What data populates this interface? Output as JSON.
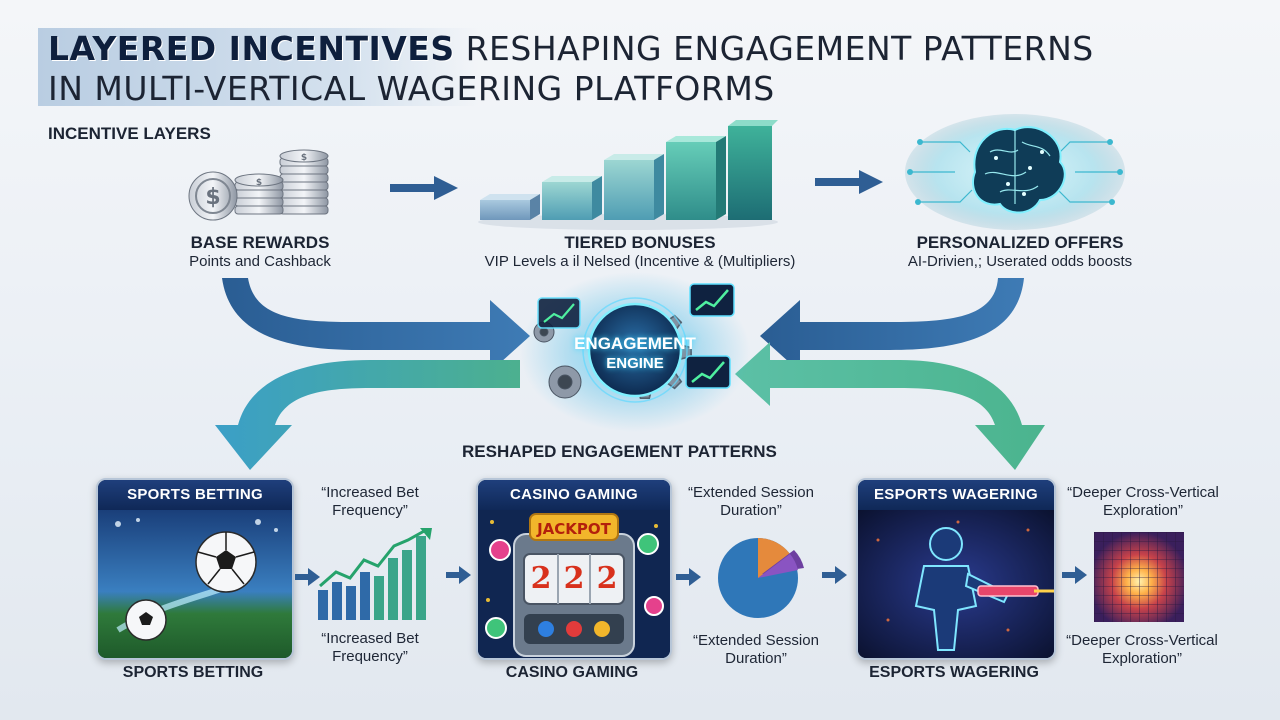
{
  "title": {
    "line1_highlight": "LAYERED INCENTIVES",
    "line1_rest": " RESHAPING ENGAGEMENT PATTERNS",
    "line2": "IN MULTI-VERTICAL WAGERING PLATFORMS"
  },
  "incentive_layers": {
    "heading": "INCENTIVE LAYERS",
    "layers": [
      {
        "title": "BASE REWARDS",
        "subtitle": "Points and Cashback",
        "icon": "coin-stack-icon"
      },
      {
        "title": "TIERED BONUSES",
        "subtitle": "VIP Levels a il Nelsed (Incentive & (Multipliers)",
        "icon": "tier-bars-icon"
      },
      {
        "title": "PERSONALIZED OFFERS",
        "subtitle": "AI-Drivien,; Userated odds boosts",
        "icon": "ai-brain-icon"
      }
    ]
  },
  "engine": {
    "line1": "ENGAGEMENT",
    "line2": "ENGINE",
    "icons": [
      "gear-icon",
      "growth-chart-icon"
    ]
  },
  "reshaped": {
    "heading": "RESHAPED ENGAGEMENT PATTERNS",
    "verticals": [
      {
        "header": "SPORTS BETTING",
        "label": "SPORTS BETTING",
        "quote_top": "“Increased Bet Frequency”",
        "quote_bottom": "“Increased Bet Frequency”",
        "icon": "soccer-ball-icon",
        "metric_icon": "rising-bar-chart-icon"
      },
      {
        "header": "CASINO GAMING",
        "label": "CASINO GAMING",
        "quote_top": "“Extended Session Duration”",
        "quote_bottom": "“Extended Session Duration”",
        "icon": "slot-machine-icon",
        "slot_banner": "JACKPOT",
        "slot_reels": [
          "2",
          "2",
          "2"
        ],
        "metric_icon": "pie-chart-icon"
      },
      {
        "header": "ESPORTS WAGERING",
        "label": "ESPORTS WAGERING",
        "quote_top": "“Deeper Cross-Vertical Exploration”",
        "quote_bottom": "“Deeper Cross-Vertical Exploration”",
        "icon": "gamer-avatar-icon",
        "metric_icon": "heatmap-icon"
      }
    ]
  },
  "colors": {
    "arrow_blue": "#2f5e94",
    "arrow_teal": "#3fa890",
    "accent_cyan": "#3fd6ff",
    "header_navy": "#163366"
  }
}
